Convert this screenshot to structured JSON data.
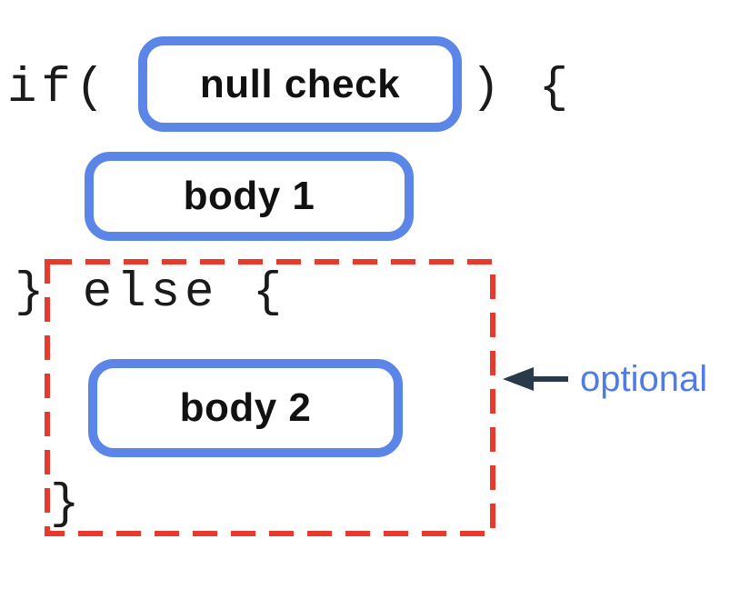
{
  "code": {
    "if_open": "if(",
    "if_close": ") {",
    "else_line": "} else {",
    "closing_brace": "}"
  },
  "boxes": {
    "condition_label": "null check",
    "body1_label": "body 1",
    "body2_label": "body 2"
  },
  "annotation": {
    "label": "optional",
    "arrow_icon": "left-arrow"
  },
  "colors": {
    "box_border": "#5b86e8",
    "dashed_border": "#e8392d",
    "arrow": "#2b3a4a",
    "annotation_text": "#4f7ce8",
    "code_text": "#1a1a1a",
    "label_text": "#111111"
  }
}
